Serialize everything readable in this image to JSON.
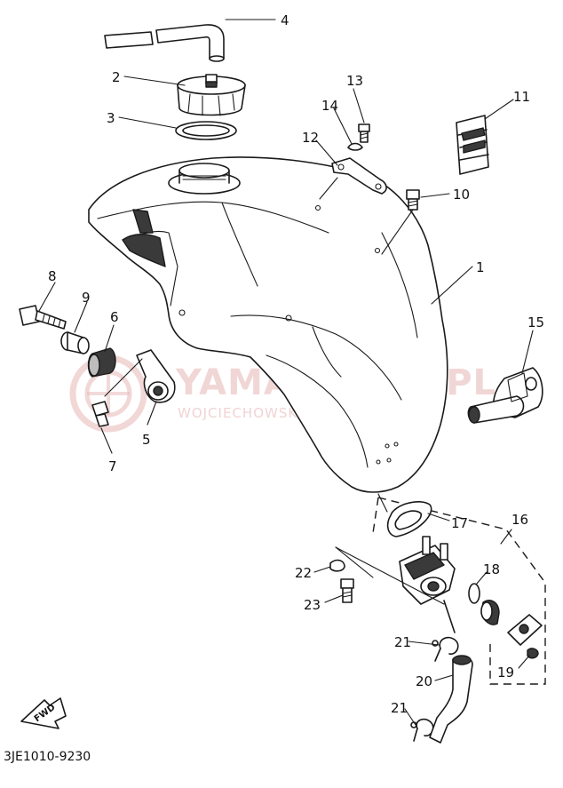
{
  "diagram": {
    "callouts": [
      "1",
      "2",
      "3",
      "4",
      "5",
      "6",
      "7",
      "8",
      "9",
      "10",
      "11",
      "12",
      "13",
      "14",
      "15",
      "16",
      "17",
      "18",
      "19",
      "20",
      "21",
      "21",
      "22",
      "23"
    ],
    "fwd_label": "FWD",
    "drawing_code": "3JE1010-9230"
  },
  "watermark": {
    "line1": "YAMA-SKLEP.PL",
    "line2": "WOJCIECHOWSKI DEALER YAMAHA"
  },
  "colors": {
    "line": "#1a1a1a",
    "watermark": "#e7b6b6"
  }
}
